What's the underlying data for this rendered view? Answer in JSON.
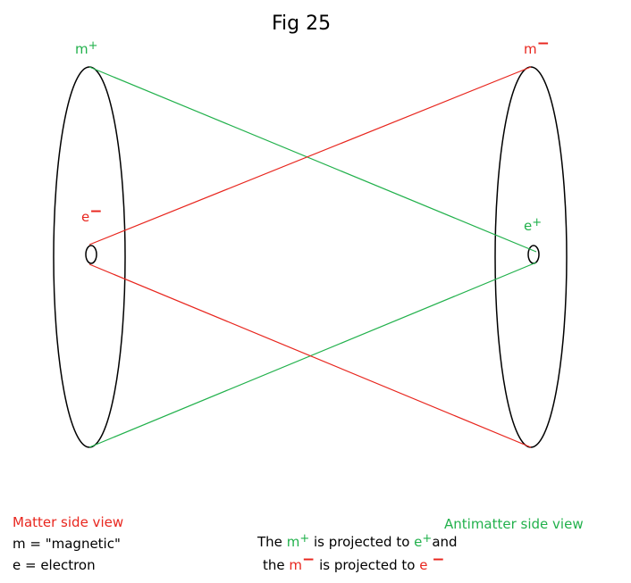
{
  "title": "Fig 25",
  "labels": {
    "m_plus": {
      "base": "m",
      "sign": "+"
    },
    "m_minus": {
      "base": "m",
      "sign": "−"
    },
    "e_minus": {
      "base": "e",
      "sign": "−"
    },
    "e_plus": {
      "base": "e",
      "sign": "+"
    }
  },
  "legend": {
    "matter": "Matter side view",
    "antimatter": "Antimatter side view",
    "m_def": "m = \"magnetic\"",
    "e_def": "e = electron"
  },
  "caption": {
    "line1_a": "The",
    "line1_m": "m",
    "line1_m_sign": "+",
    "line1_b": "is projected to",
    "line1_e": "e",
    "line1_e_sign": "+",
    "line1_c": "and",
    "line2_a": "the",
    "line2_m": "m",
    "line2_m_sign": "−",
    "line2_b": "is projected to",
    "line2_e": "e",
    "line2_e_sign": "−"
  },
  "colors": {
    "matter": "#e8261e",
    "antimatter": "#22b14c",
    "outline": "#000000"
  }
}
